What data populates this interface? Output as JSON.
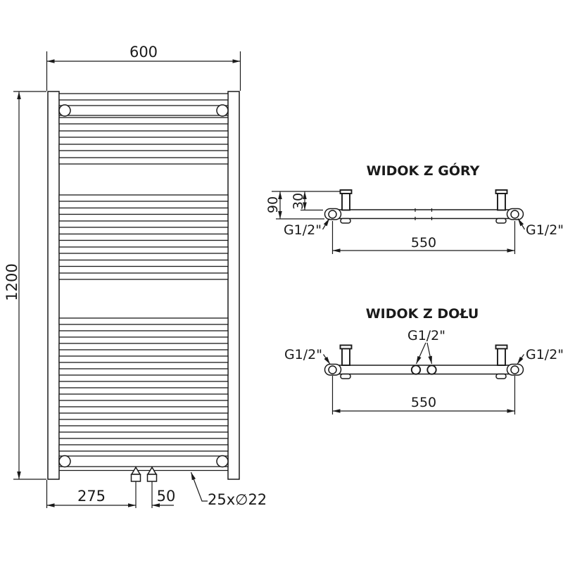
{
  "front_view": {
    "width": "600",
    "height": "1200",
    "valve_offset": "275",
    "valve_spacing": "50",
    "tube_callout": "25x∅22"
  },
  "top_view": {
    "title": "WIDOK Z GÓRY",
    "depth": "90",
    "bracket_offset": "30",
    "connection_spacing": "550",
    "left_connection": "G1/2\"",
    "right_connection": "G1/2\""
  },
  "bottom_view": {
    "title": "WIDOK Z DOŁU",
    "left_connection": "G1/2\"",
    "center_connection": "G1/2\"",
    "right_connection": "G1/2\"",
    "connection_spacing": "550"
  },
  "colors": {
    "line": "#1a1a1a",
    "background": "#ffffff"
  }
}
